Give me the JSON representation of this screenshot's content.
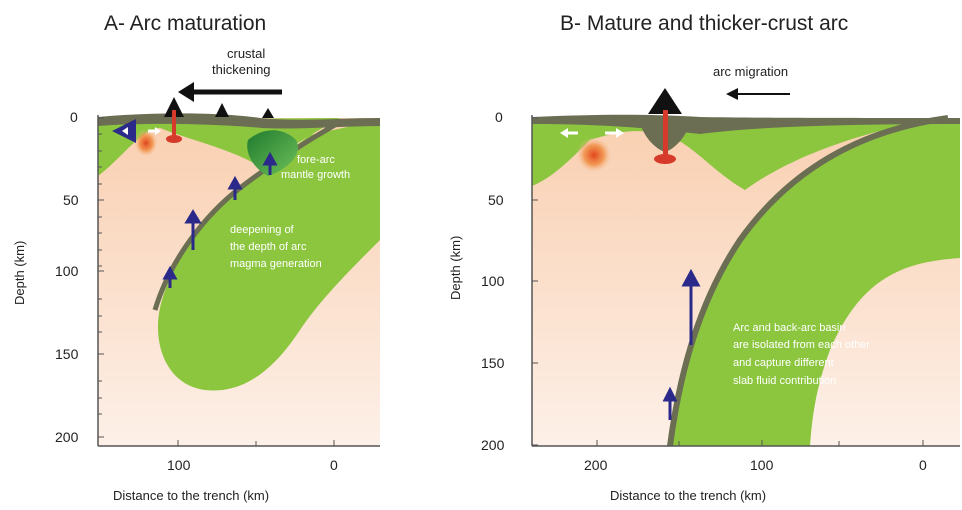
{
  "panel_a": {
    "title": "A- Arc maturation",
    "arrow_label_line1": "crustal",
    "arrow_label_line2": "thickening",
    "note_forearc_line1": "fore-arc",
    "note_forearc_line2": "mantle growth",
    "note_deepening_line1": "deepening of",
    "note_deepening_line2": "the depth of arc",
    "note_deepening_line3": "magma generation",
    "y_axis_label": "Depth (km)",
    "x_axis_label": "Distance to the trench (km)",
    "y_ticks": [
      "0",
      "50",
      "100",
      "150",
      "200"
    ],
    "x_ticks": [
      "100",
      "0"
    ]
  },
  "panel_b": {
    "title": "B- Mature and thicker-crust arc",
    "arrow_label": "arc migration",
    "note_line1": "Arc and back-arc basin",
    "note_line2": "are isolated from each other",
    "note_line3": "and capture different",
    "note_line4": "slab fluid contribution",
    "y_axis_label": "Depth (km)",
    "x_axis_label": "Distance to the trench (km)",
    "y_ticks": [
      "0",
      "50",
      "100",
      "150",
      "200"
    ],
    "x_ticks": [
      "200",
      "100",
      "0"
    ]
  },
  "colors": {
    "mantle_green": "#8cc63f",
    "crust_grey": "#6b6e52",
    "wedge_peach": "#f7d9c4",
    "arrow_navy": "#2b2a8a",
    "magma_red": "#d63a2a",
    "forearc_dark_green": "#2e8b3a"
  }
}
